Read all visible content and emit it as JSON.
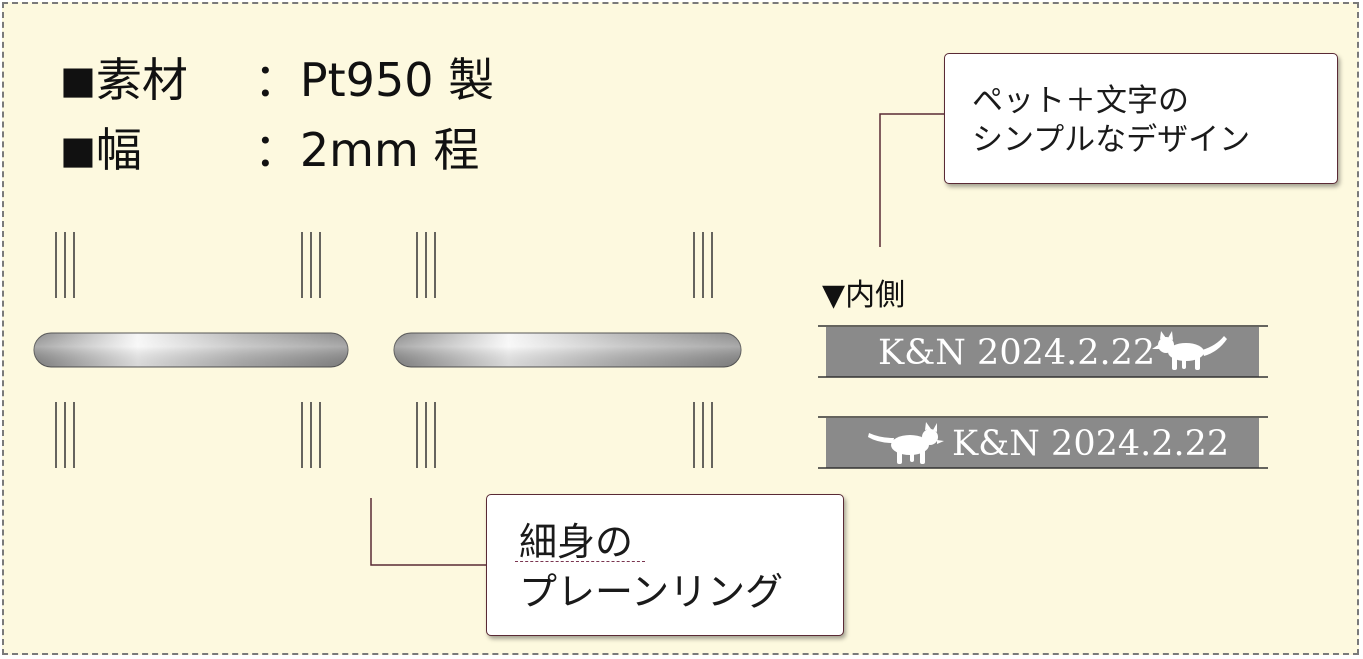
{
  "specs": {
    "material": {
      "mark": "■",
      "key": "素材",
      "sep": "：",
      "value": "Pt950 製"
    },
    "width": {
      "mark": "■",
      "key": "幅",
      "sep": "：",
      "value": "2mm 程"
    }
  },
  "callout_top": {
    "line1": "ペット＋文字の",
    "line2": "シンプルなデザイン"
  },
  "callout_bottom": {
    "line1": "細身の",
    "line2": "プレーンリング"
  },
  "inside_label": "▼内側",
  "engravings": [
    {
      "text": "K&N 2024.2.22",
      "pet_position": "after",
      "pet_icon": "cat-icon"
    },
    {
      "text": "K&N 2024.2.22",
      "pet_position": "before",
      "pet_icon": "cat-icon"
    }
  ],
  "colors": {
    "background": "#fdf9df",
    "callout_border": "#5a2a35",
    "leader_line": "#5a2a35",
    "engrave_band": "#8a8a8a",
    "engrave_text": "#ffffff"
  }
}
